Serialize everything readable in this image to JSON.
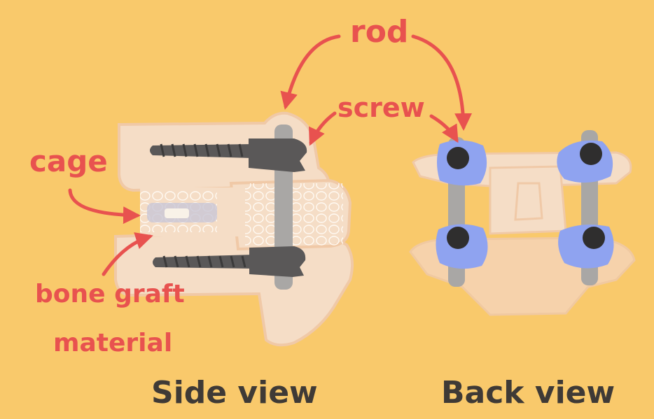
{
  "labels": {
    "rod": "rod",
    "screw": "screw",
    "cage": "cage",
    "bone_graft_line1": "bone graft",
    "bone_graft_line2": "material",
    "side_view": "Side view",
    "back_view": "Back view"
  },
  "colors": {
    "background": "#f9c96b",
    "bone": "#f5ddc6",
    "bone_outline": "#f0c9a7",
    "screw": "#5a5858",
    "rod": "#a9a7a5",
    "cap": "#8fa3f0",
    "annotation": "#e8524f",
    "caption": "#3f3a36"
  }
}
